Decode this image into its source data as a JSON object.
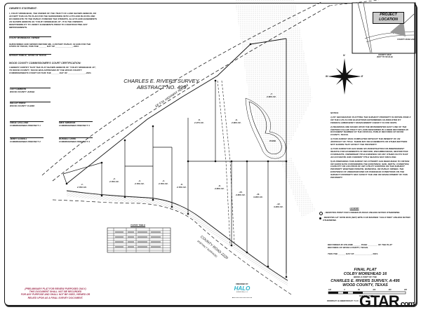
{
  "owner_statement": {
    "heading": "OWNER'S STATEMENT:",
    "body": "I, COLBY MOREHEAD, THE OWNER OF THE TRACT OF LAND SHOWN HEREON, DO ACCEPT THIS AS ITS PLAN FOR THE SUBDIVIDING INTO LOTS AND BLOCKS AND DO DEDICATE TO THE PUBLIC FOREVER THE STREETS, ALLEYS AND EASEMENTS AS SHOWN HEREON AS \"COLBY MOREHEAD 16\". IT IS THE OWNER'S RESPONSIBILITY TO VERIFY EASEMENTS PRIOR TO CONSTRUCTING ANY IMPROVEMENTS.",
    "owner_sig": "COLBY MOREHEAD, OWNER",
    "notary_text": "SUBSCRIBED AND SWORN BEFORE ME, A NOTARY PUBLIC, IN AND FOR THE STATE OF TEXAS, THIS THE ______ DAY OF ______________, 2021.",
    "notary_sig": "NOTARY PUBLIC, STATE OF TEXAS"
  },
  "commissioners": {
    "heading": "WOOD COUNTY COMMISSIONER'S COURT CERTIFICATION:",
    "body": "I HEREBY CERTIFY THAT THE PLAT SHOWN HEREON OF \"COLBY MOREHEAD 16\", TO WOOD COUNTY, TEXAS WAS APPROVED BY THE WOOD COUNTY COMMISSIONER'S COURT ON THIS THE ______ DAY OF ______________, 2021.",
    "signatures": [
      {
        "name": "LUCY HEMRON",
        "title": "WOOD COUNTY JUDGE"
      },
      {
        "name": "KELLEY PRICE",
        "title": "WOOD COUNTY CLERK"
      },
      {
        "name": "VIRGIL HOLLAND",
        "title": "COMMISSIONER PRECINCT 1"
      },
      {
        "name": "MIKE SIMMONS",
        "title": "COMMISSIONER PRECINCT 3"
      },
      {
        "name": "JERRY GASKILL",
        "title": "COMMISSIONER PRECINCT 2"
      },
      {
        "name": "RUSSELL HOPE",
        "title": "COMMISSIONER PRECINCT 4"
      }
    ]
  },
  "map": {
    "survey_label_1": "CHARLES E. RIVERS SURVEY",
    "survey_label_2": "ABSTRACT NO. 495",
    "highway_label": "SE F.M. HIGHWAY NO. 564",
    "county_road_label": "COUNTY ROAD 2220",
    "county_road_sub": "(ASPHALT SURFACE)",
    "lots": [
      {
        "label": "-1-",
        "acres": "2.700 AC."
      },
      {
        "label": "-2-",
        "acres": "2.700 AC."
      },
      {
        "label": "-3-",
        "acres": "2.700 AC."
      },
      {
        "label": "-4-",
        "acres": "2.700 AC."
      },
      {
        "label": "-5-",
        "acres": "2.374 AC."
      },
      {
        "label": "-6-",
        "acres": "2.900 AC."
      },
      {
        "label": "-7-",
        "acres": "2.900 AC."
      },
      {
        "label": "-8-",
        "acres": "2.700 AC."
      },
      {
        "label": "-9-",
        "acres": "2.800 AC."
      },
      {
        "label": "-10-",
        "acres": "2.800 AC."
      },
      {
        "label": "-11-",
        "acres": "3.000 AC."
      },
      {
        "label": "-12-",
        "acres": "3.000 AC."
      }
    ],
    "pond_label": "POND",
    "compass": {
      "n": "N",
      "s": "S",
      "e": "E",
      "w": "W"
    }
  },
  "vicinity_map": {
    "project_label_1": "PROJECT",
    "project_label_2": "LOCATION",
    "caption_1": "VICINITY MAP",
    "caption_2": "(NOT TO SCALE)",
    "road_label": "COUNTY ROAD 2220",
    "fm_label": "F.M. 564"
  },
  "notes": {
    "heading": "NOTES:",
    "items": [
      "1) BY GEOGRAPHIC PLOTTING THE SUBJECT PROPERTY IS WITHIN ZONE X OR THE 0.2% FLOOD ELEVATIONS DETERMINED AS INDICATED BY FEDERAL EMERGENCY MANAGEMENT AGENCY FLOOD MAPS.",
      "2) BEARINGS ARE BASED UPON THE MONUMENTED EAST LINE OF THE CERTAIN CALLED TRACT OF LAND DESCRIBED IN A DEED RECORDED IN DOCUMENT NUMBER OF THE OFFICIAL PUBLIC RECORDS OF WOOD COUNTY, TEXAS.",
      "3) THIS SURVEY WAS COMPLETED WITHOUT THE BENEFIT OF AN ABSTRACT OF TITLE. THERE MAY BE EASEMENTS OR OTHER MATTERS NOT SHOWN THAT AFFECT THE PROPERTY.",
      "4) THIS SURVEYOR HAS MADE NO INVESTIGATION OR INDEPENDENT SEARCH FOR EASEMENTS OF RECORD, ENCUMBRANCES, RESTRICTIVE COVENANTS, OWNERSHIP TITLE EVIDENCE OR ANY OTHER FACTS THAT AN ACCURATE AND CURRENT TITLE SEARCH MAY DISCLOSE.",
      "5) IN PREPARING THIS SURVEY NO ATTEMPT HAS BEEN MADE TO OBTAIN OR SHOW DATA CONCERNING THE EXISTENCE, SIZE, DEPTH, CONDITION, CAPACITY OR LOCATION OF ANY UTILITY EXISTING ON THE SUBJECT PROPERTY WHETHER PRIVATE, MUNICIPAL OR PUBLIC OWNED. THE EXISTENCE OF UNDERGROUND OR OVERHEAD CONDITIONS ON THE SUBJECT PROPERTY MAY AFFECT THE USE OR DEVELOPMENT OF THIS PROPERTY."
    ]
  },
  "legend": {
    "heading": "LEGEND",
    "items": [
      "- DENOTES POINT FOR CORNER IN ROAD UNLESS NOTED OTHERWISE.",
      "- DENOTES 1/2\" IRON ROD (SET) WITH CAP MARKED \"HALO 5994\" UNLESS NOTED OTHERWISE."
    ]
  },
  "recording": {
    "line1": "RECORDED IN VOLUME ______ PAGE ________ OF THE PLAT RECORDS OF WOOD COUNTY, TEXAS.",
    "line2": "THIS THE ______ DAY OF ______________, 2021."
  },
  "title_block": {
    "line1": "FINAL PLAT",
    "line2": "COLBY MOREHEAD 16",
    "line3": "BEING A PART OF THE",
    "line4": "CHARLES E. RIVERS SURVEY, A-495",
    "line5": "WOOD COUNTY, TEXAS",
    "scale_ticks": [
      "100",
      "0",
      "50",
      "100",
      "200",
      "400"
    ],
    "scale_caption": "SCALE IN FEET",
    "drawn_by": "DRAWN BY: B.A.J.",
    "checked_by": "CHECKED BY: T.J.C."
  },
  "curve_table": {
    "title": "CURVE TABLE",
    "headers": [
      "CURVE",
      "LENGTH",
      "RADIUS",
      "DELTA",
      "CHORD BEARING",
      "CHORD"
    ],
    "rows": [
      [
        "C1",
        "",
        "",
        "",
        "",
        ""
      ],
      [
        "C2",
        "",
        "",
        "",
        "",
        ""
      ],
      [
        "C3",
        "",
        "",
        "",
        "",
        ""
      ],
      [
        "C4",
        "",
        "",
        "",
        "",
        ""
      ],
      [
        "C5",
        "",
        "",
        "",
        "",
        ""
      ],
      [
        "C6",
        "",
        "",
        "",
        "",
        ""
      ],
      [
        "C7",
        "",
        "",
        "",
        "",
        ""
      ],
      [
        "C8",
        "",
        "",
        "",
        "",
        ""
      ],
      [
        "C9",
        "",
        "",
        "",
        "",
        ""
      ],
      [
        "C10",
        "",
        "",
        "",
        "",
        ""
      ]
    ]
  },
  "preliminary_notice": [
    "(PRELIMINARY PLAT FOR REVIEW PURPOSES ONLY)",
    "THIS DOCUMENT SHALL NOT BE RECORDED",
    "FOR ANY PURPOSE AND SHALL NOT BE USED, VIEWED OR",
    "RELIED UPON AS A FINAL SURVEY DOCUMENT."
  ],
  "surveyor": {
    "prepared_by": "PREPARED BY:",
    "logo": "HALO",
    "logo_sub": "SURVEYING, LLC"
  },
  "watermark": {
    "text": "GTAR",
    "suffix": ".com"
  }
}
